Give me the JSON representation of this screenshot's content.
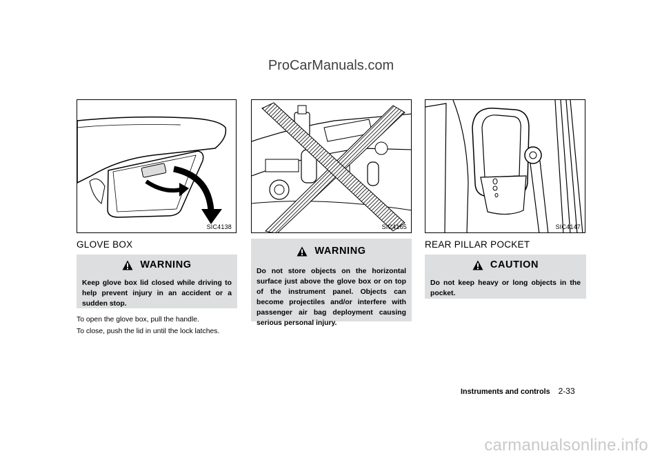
{
  "watermark": "ProCarManuals.com",
  "figures": [
    {
      "code": "SIC4138",
      "icon": "glove-box-illustration"
    },
    {
      "code": "SIC4165",
      "icon": "dashboard-crossed-out-illustration"
    },
    {
      "code": "SIC4147",
      "icon": "rear-pillar-pocket-illustration"
    }
  ],
  "glove_box": {
    "heading": "GLOVE BOX",
    "warning_title": "WARNING",
    "warning_text": "Keep glove box lid closed while driving to help prevent injury in an accident or a sudden stop.",
    "para1": "To open the glove box, pull the handle.",
    "para2": "To close, push the lid in until the lock latches."
  },
  "middle": {
    "warning_title": "WARNING",
    "warning_text": "Do not store objects on the horizontal surface just above the glove box or on top of the instrument panel. Objects can become projectiles and/or interfere with passenger air bag deployment causing serious personal injury."
  },
  "rear_pillar": {
    "heading": "REAR PILLAR POCKET",
    "caution_title": "CAUTION",
    "caution_text": "Do not keep heavy or long objects in the pocket."
  },
  "footer": {
    "section": "Instruments and controls",
    "page": "2-33"
  },
  "brand": "carmanualsonline.info",
  "colors": {
    "box_bg": "#dcdedf",
    "watermark": "#3f3f3f",
    "brand": "#c9c9c9"
  }
}
